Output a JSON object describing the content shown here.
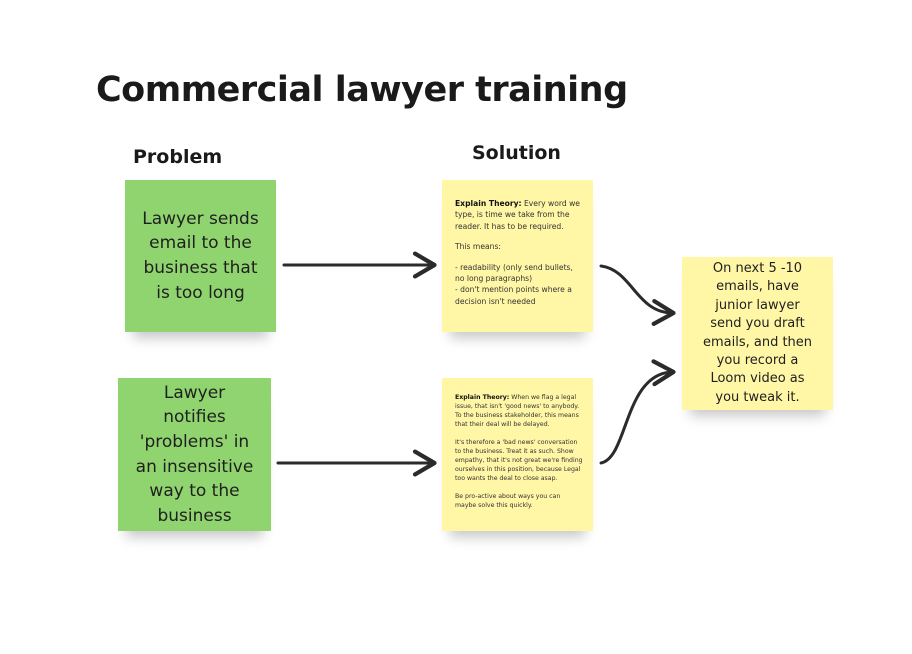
{
  "board": {
    "title": "Commercial lawyer training",
    "headings": {
      "problem": "Problem",
      "solution": "Solution"
    },
    "colors": {
      "problem_note": "#8fd46e",
      "solution_note": "#fff6a6",
      "connector": "#2b2b2b"
    }
  },
  "problems": [
    {
      "text": "Lawyer sends email to the business that is too long"
    },
    {
      "text": "Lawyer notifies 'problems' in an insensitive way to the business"
    }
  ],
  "solutions": [
    {
      "theory_label": "Explain Theory:",
      "theory_text": " Every word we type, is time we take from the reader. It has to be required.",
      "means_label": "This means:",
      "points": [
        "- readability (only send bullets, no long paragraphs)",
        "- don't mention points where a decision isn't needed"
      ]
    },
    {
      "theory_label": "Explain Theory:",
      "theory_text": " When we flag a legal issue, that isn't 'good news' to anybody. To the business stakeholder, this means that their deal will be delayed.",
      "paragraph_2": "It's therefore a 'bad news' conversation to the business. Treat it as such. Show empathy, that it's not great we're finding ourselves in this position, because Legal too wants the deal to close asap.",
      "paragraph_3": "Be pro-active about ways you can maybe solve this quickly."
    }
  ],
  "outcome": {
    "text": "On next 5 -10 emails, have junior lawyer send you draft emails, and then you record a Loom video as you tweak it."
  }
}
